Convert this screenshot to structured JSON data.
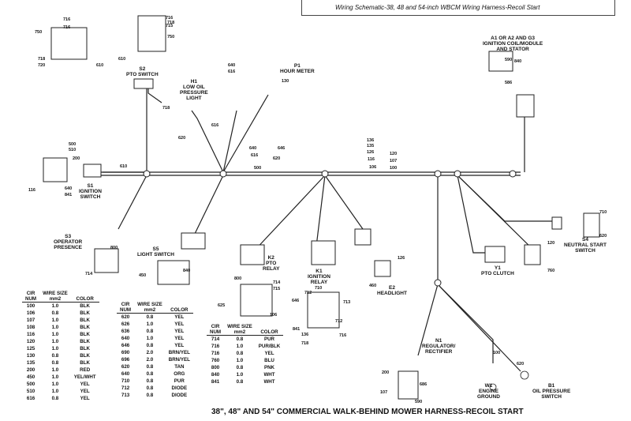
{
  "header": {
    "title": "Wiring Schematic-38, 48 and 54-inch WBCM Wiring Harness-Recoil Start"
  },
  "caption": "38\", 48\" AND 54\" COMMERCIAL WALK-BEHIND MOWER HARNESS-RECOIL START",
  "components": {
    "s2": "S2\nPTO SWITCH",
    "h1": "H1\nLOW OIL\nPRESSURE\nLIGHT",
    "p1": "P1\nHOUR METER",
    "a1": "A1 OR A2 AND G3\nIGNITION COIL/MODULE\nAND STATOR",
    "s1": "S1\nIGNITION\nSWITCH",
    "s3": "S3\nOPERATOR\nPRESENCE",
    "s5": "S5\nLIGHT SWITCH",
    "k2": "K2\nPTO\nRELAY",
    "k1": "K1\nIGNITION\nRELAY",
    "e2": "E2\nHEADLIGHT",
    "s4": "S4\nNEUTRAL START\nSWITCH",
    "y1": "Y1\nPTO CLUTCH",
    "n1": "N1\nREGULATOR/\nRECTIFIER",
    "w1": "W1\nENGINE\nGROUND",
    "b1": "B1\nOIL PRESSURE\nSWITCH"
  },
  "wire_numbers": {
    "w750a": "750",
    "w716a": "716",
    "w716b": "716",
    "w718a": "718",
    "w720": "720",
    "w610a": "610",
    "w716c": "716",
    "w718b": "718",
    "w715": "715",
    "w750b": "750",
    "w610b": "610",
    "w640a": "640",
    "w616a": "616",
    "w130a": "130",
    "w718c": "718",
    "w616b": "616",
    "w620a": "620",
    "w500a": "500",
    "w510a": "510",
    "w200a": "200",
    "w610c": "610",
    "w116": "116",
    "w640b": "640",
    "w841a": "841",
    "w640c": "640",
    "w646a": "646",
    "w616c": "616",
    "w620b": "620",
    "w500b": "500",
    "w136": "136",
    "w135": "135",
    "w126": "126",
    "w116b": "116",
    "w106a": "106",
    "w120a": "120",
    "w107": "107",
    "w100": "100",
    "w590a": "590",
    "w840": "840",
    "w586": "586",
    "w710a": "710",
    "w620c": "620",
    "w120b": "120",
    "w760": "760",
    "w800a": "800",
    "w714a": "714",
    "w450": "450",
    "w840b": "840",
    "w126b": "126",
    "w460": "460",
    "w714b": "714",
    "w715b": "715",
    "w800b": "800",
    "w625": "625",
    "w106b": "106",
    "w713": "713",
    "w712": "712",
    "w646b": "646",
    "w841b": "841",
    "w136b": "136",
    "w718d": "718",
    "w710b": "710",
    "w712b": "712",
    "w716d": "716",
    "w100b": "100",
    "w200b": "200",
    "w107b": "107",
    "w686": "686",
    "w590b": "590",
    "w620d": "620"
  },
  "table_headers": {
    "cir": "CIR\nNUM",
    "size": "WIRE SIZE\nmm2",
    "color": "COLOR"
  },
  "table1": [
    [
      "100",
      "1.0",
      "BLK"
    ],
    [
      "106",
      "0.8",
      "BLK"
    ],
    [
      "107",
      "1.0",
      "BLK"
    ],
    [
      "108",
      "1.0",
      "BLK"
    ],
    [
      "116",
      "1.0",
      "BLK"
    ],
    [
      "120",
      "1.0",
      "BLK"
    ],
    [
      "125",
      "1.0",
      "BLK"
    ],
    [
      "130",
      "0.8",
      "BLK"
    ],
    [
      "135",
      "0.8",
      "BLK"
    ],
    [
      "200",
      "1.0",
      "RED"
    ],
    [
      "450",
      "1.0",
      "YEL/WHT"
    ],
    [
      "500",
      "1.0",
      "YEL"
    ],
    [
      "510",
      "1.0",
      "YEL"
    ],
    [
      "616",
      "0.8",
      "YEL"
    ]
  ],
  "table2": [
    [
      "620",
      "0.8",
      "YEL"
    ],
    [
      "626",
      "1.0",
      "YEL"
    ],
    [
      "636",
      "0.8",
      "YEL"
    ],
    [
      "640",
      "1.0",
      "YEL"
    ],
    [
      "646",
      "0.8",
      "YEL"
    ],
    [
      "690",
      "2.0",
      "BRN/YEL"
    ],
    [
      "696",
      "2.0",
      "BRN/YEL"
    ],
    [
      "620",
      "0.8",
      "TAN"
    ],
    [
      "640",
      "0.8",
      "ORG"
    ],
    [
      "710",
      "0.8",
      "PUR"
    ],
    [
      "712",
      "0.8",
      "DIODE"
    ],
    [
      "713",
      "0.8",
      "DIODE"
    ]
  ],
  "table3": [
    [
      "714",
      "0.8",
      "PUR"
    ],
    [
      "716",
      "1.0",
      "PUR/BLK"
    ],
    [
      "716",
      "0.8",
      "YEL"
    ],
    [
      "760",
      "1.0",
      "BLU"
    ],
    [
      "800",
      "0.8",
      "PNK"
    ],
    [
      "840",
      "1.0",
      "WHT"
    ],
    [
      "841",
      "0.8",
      "WHT"
    ]
  ]
}
